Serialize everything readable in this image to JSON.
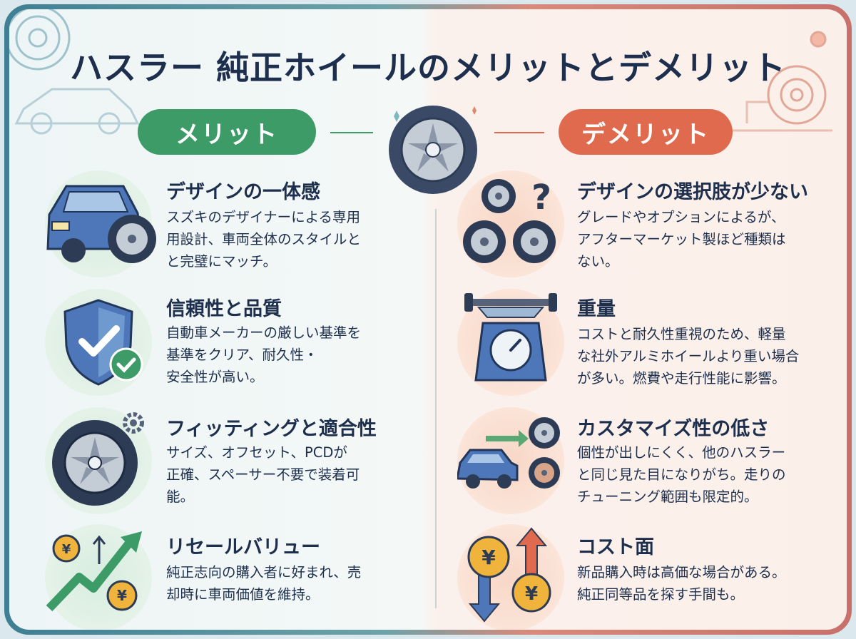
{
  "title": "ハスラー 純正ホイールのメリットとデメリット",
  "merit_label": "メリット",
  "demerit_label": "デメリット",
  "merits": [
    {
      "icon": "blue-car-icon",
      "heading": "デザインの一体感",
      "lines": [
        "スズキのデザイナーによる専用",
        "用設計、車両全体のスタイルと",
        "と完璧にマッチ。"
      ]
    },
    {
      "icon": "shield-check-icon",
      "heading": "信頼性と品質",
      "lines": [
        "自動車メーカーの厳しい基準を",
        "基準をクリア、耐久性・",
        "安全性が高い。"
      ]
    },
    {
      "icon": "tire-gear-icon",
      "heading": "フィッティングと適合性",
      "lines": [
        "サイズ、オフセット、PCDが",
        "正確、スペーサー不要で装着可",
        "能。"
      ]
    },
    {
      "icon": "yen-growth-arrow-icon",
      "heading": "リセールバリュー",
      "lines": [
        "純正志向の購入者に好まれ、売",
        "却時に車両価値を維持。"
      ]
    }
  ],
  "demerits": [
    {
      "icon": "wheels-question-icon",
      "heading": "デザインの選択肢が少ない",
      "lines": [
        "グレードやオプションによるが、",
        "アフターマーケット製ほど種類は",
        "ない。"
      ]
    },
    {
      "icon": "weight-scale-icon",
      "heading": "重量",
      "lines": [
        "コストと耐久性重視のため、軽量",
        "な社外アルミホイールより重い場合",
        "が多い。燃費や走行性能に影響。"
      ]
    },
    {
      "icon": "car-wheel-swap-icon",
      "heading": "カスタマイズ性の低さ",
      "lines": [
        "個性が出しにくく、他のハスラー",
        "と同じ見た目になりがち。走りの",
        "チューニング範囲も限定的。"
      ]
    },
    {
      "icon": "yen-up-down-icon",
      "heading": "コスト面",
      "lines": [
        "新品購入時は高価な場合がある。",
        "純正同等品を探す手間も。"
      ]
    }
  ],
  "colors": {
    "merit": "#3d9b67",
    "demerit": "#e06a4e",
    "text": "#1d2f4d"
  }
}
